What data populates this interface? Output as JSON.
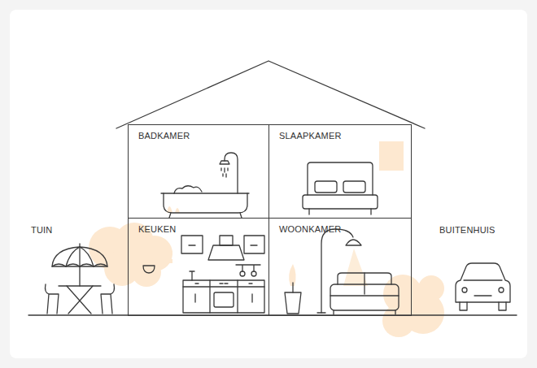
{
  "diagram": {
    "nodes": [
      {
        "text": [
          "BADKAMER"
        ]
      },
      {
        "text": [
          "SLAAPKAMER"
        ]
      },
      {
        "text": [
          "KEUKEN"
        ]
      },
      {
        "text": [
          "WOONKAMER"
        ]
      }
    ],
    "labels": [
      "TUIN",
      "BUITENHUIS"
    ]
  }
}
